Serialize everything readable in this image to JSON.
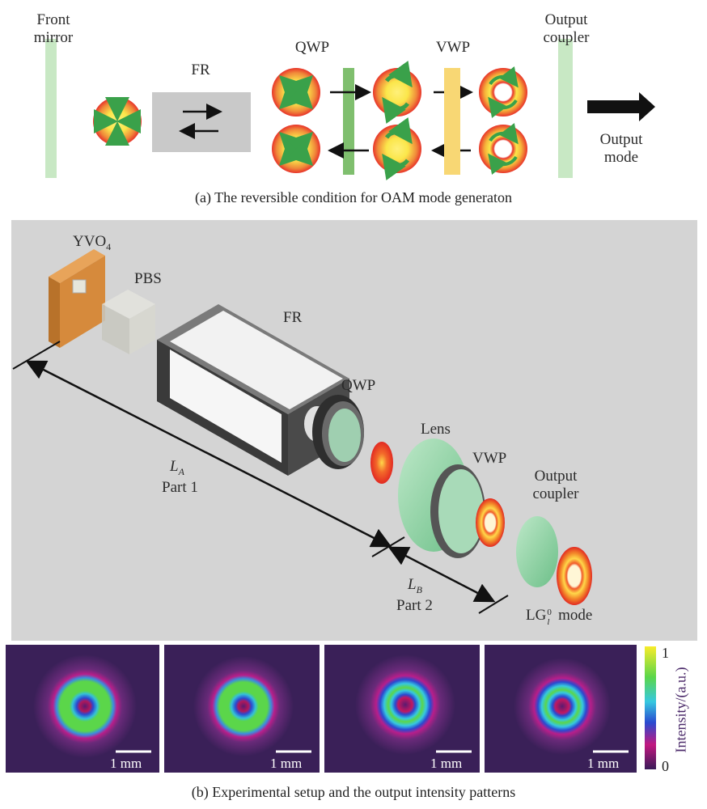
{
  "panel_a": {
    "front_mirror": [
      "Front",
      "mirror"
    ],
    "fr": "FR",
    "qwp": "QWP",
    "vwp": "VWP",
    "output_coupler": [
      "Output",
      "coupler"
    ],
    "output_mode": [
      "Output",
      "mode"
    ],
    "caption": "(a) The reversible condition for OAM mode generaton"
  },
  "panel_b": {
    "yvo4_main": "YVO",
    "yvo4_sub": "4",
    "pbs": "PBS",
    "fr": "FR",
    "qwp": "QWP",
    "lens": "Lens",
    "vwp": "VWP",
    "output_coupler": [
      "Output",
      "coupler"
    ],
    "la_main": "L",
    "la_sub": "A",
    "part1": "Part 1",
    "lb_main": "L",
    "lb_sub": "B",
    "part2": "Part 2",
    "lg_main": "LG",
    "lg_sup": "0",
    "lg_sub": "l",
    "lg_suffix": " mode",
    "scale_bar": "1 mm",
    "colorbar_max": "1",
    "colorbar_min": "0",
    "colorbar_label": "Intensity/(a.u.)",
    "caption": "(b) Experimental setup and the output intensity patterns"
  },
  "colors": {
    "mirror_green": "#c8e8c4",
    "qwp_green": "#7fbf6e",
    "vwp_yellow": "#f8d774",
    "fr_box": "#c9c9c9",
    "panel_gray": "#d4d4d4",
    "beam_red": "#e8342a",
    "beam_yellow": "#fbe64a",
    "arrow_green": "#3aa14a"
  }
}
